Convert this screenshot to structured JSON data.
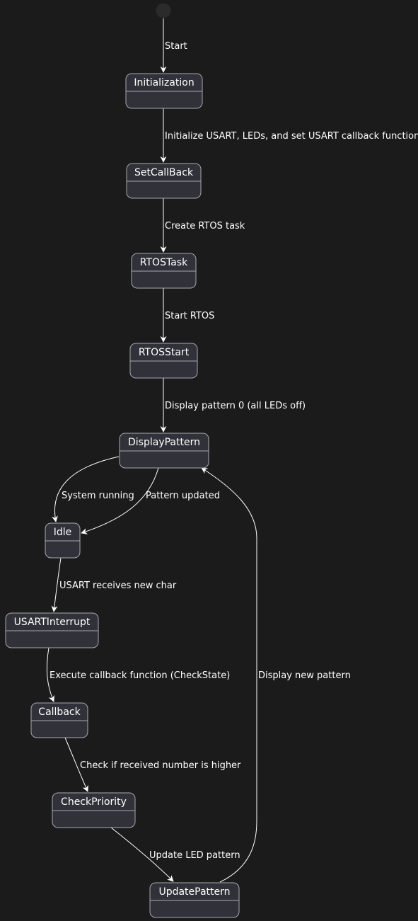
{
  "diagram": {
    "states": [
      {
        "id": "initialization",
        "label": "Initialization"
      },
      {
        "id": "setcallback",
        "label": "SetCallBack"
      },
      {
        "id": "rtostask",
        "label": "RTOSTask"
      },
      {
        "id": "rtosstart",
        "label": "RTOSStart"
      },
      {
        "id": "displaypattern",
        "label": "DisplayPattern"
      },
      {
        "id": "idle",
        "label": "Idle"
      },
      {
        "id": "usartinterrupt",
        "label": "USARTInterrupt"
      },
      {
        "id": "callback",
        "label": "Callback"
      },
      {
        "id": "checkpriority",
        "label": "CheckPriority"
      },
      {
        "id": "updatepattern",
        "label": "UpdatePattern"
      }
    ],
    "transitions": [
      {
        "id": "start",
        "from": "initial",
        "to": "initialization",
        "label": "Start"
      },
      {
        "id": "init-to-setcallback",
        "from": "initialization",
        "to": "setcallback",
        "label": "Initialize USART, LEDs, and set USART callback function"
      },
      {
        "id": "setcallback-to-rtostask",
        "from": "setcallback",
        "to": "rtostask",
        "label": "Create RTOS task"
      },
      {
        "id": "rtostask-to-rtosstart",
        "from": "rtostask",
        "to": "rtosstart",
        "label": "Start RTOS"
      },
      {
        "id": "rtosstart-to-displaypattern",
        "from": "rtosstart",
        "to": "displaypattern",
        "label": "Display pattern 0 (all LEDs off)"
      },
      {
        "id": "displaypattern-to-idle-running",
        "from": "displaypattern",
        "to": "idle",
        "label": "System running"
      },
      {
        "id": "displaypattern-to-idle-updated",
        "from": "displaypattern",
        "to": "idle",
        "label": "Pattern updated"
      },
      {
        "id": "idle-to-usartinterrupt",
        "from": "idle",
        "to": "usartinterrupt",
        "label": "USART receives new char"
      },
      {
        "id": "usartinterrupt-to-callback",
        "from": "usartinterrupt",
        "to": "callback",
        "label": "Execute callback function (CheckState)"
      },
      {
        "id": "callback-to-checkpriority",
        "from": "callback",
        "to": "checkpriority",
        "label": "Check if received number is higher"
      },
      {
        "id": "checkpriority-to-updatepattern",
        "from": "checkpriority",
        "to": "updatepattern",
        "label": "Update LED pattern"
      },
      {
        "id": "updatepattern-to-displaypattern",
        "from": "updatepattern",
        "to": "displaypattern",
        "label": "Display new pattern"
      }
    ]
  }
}
